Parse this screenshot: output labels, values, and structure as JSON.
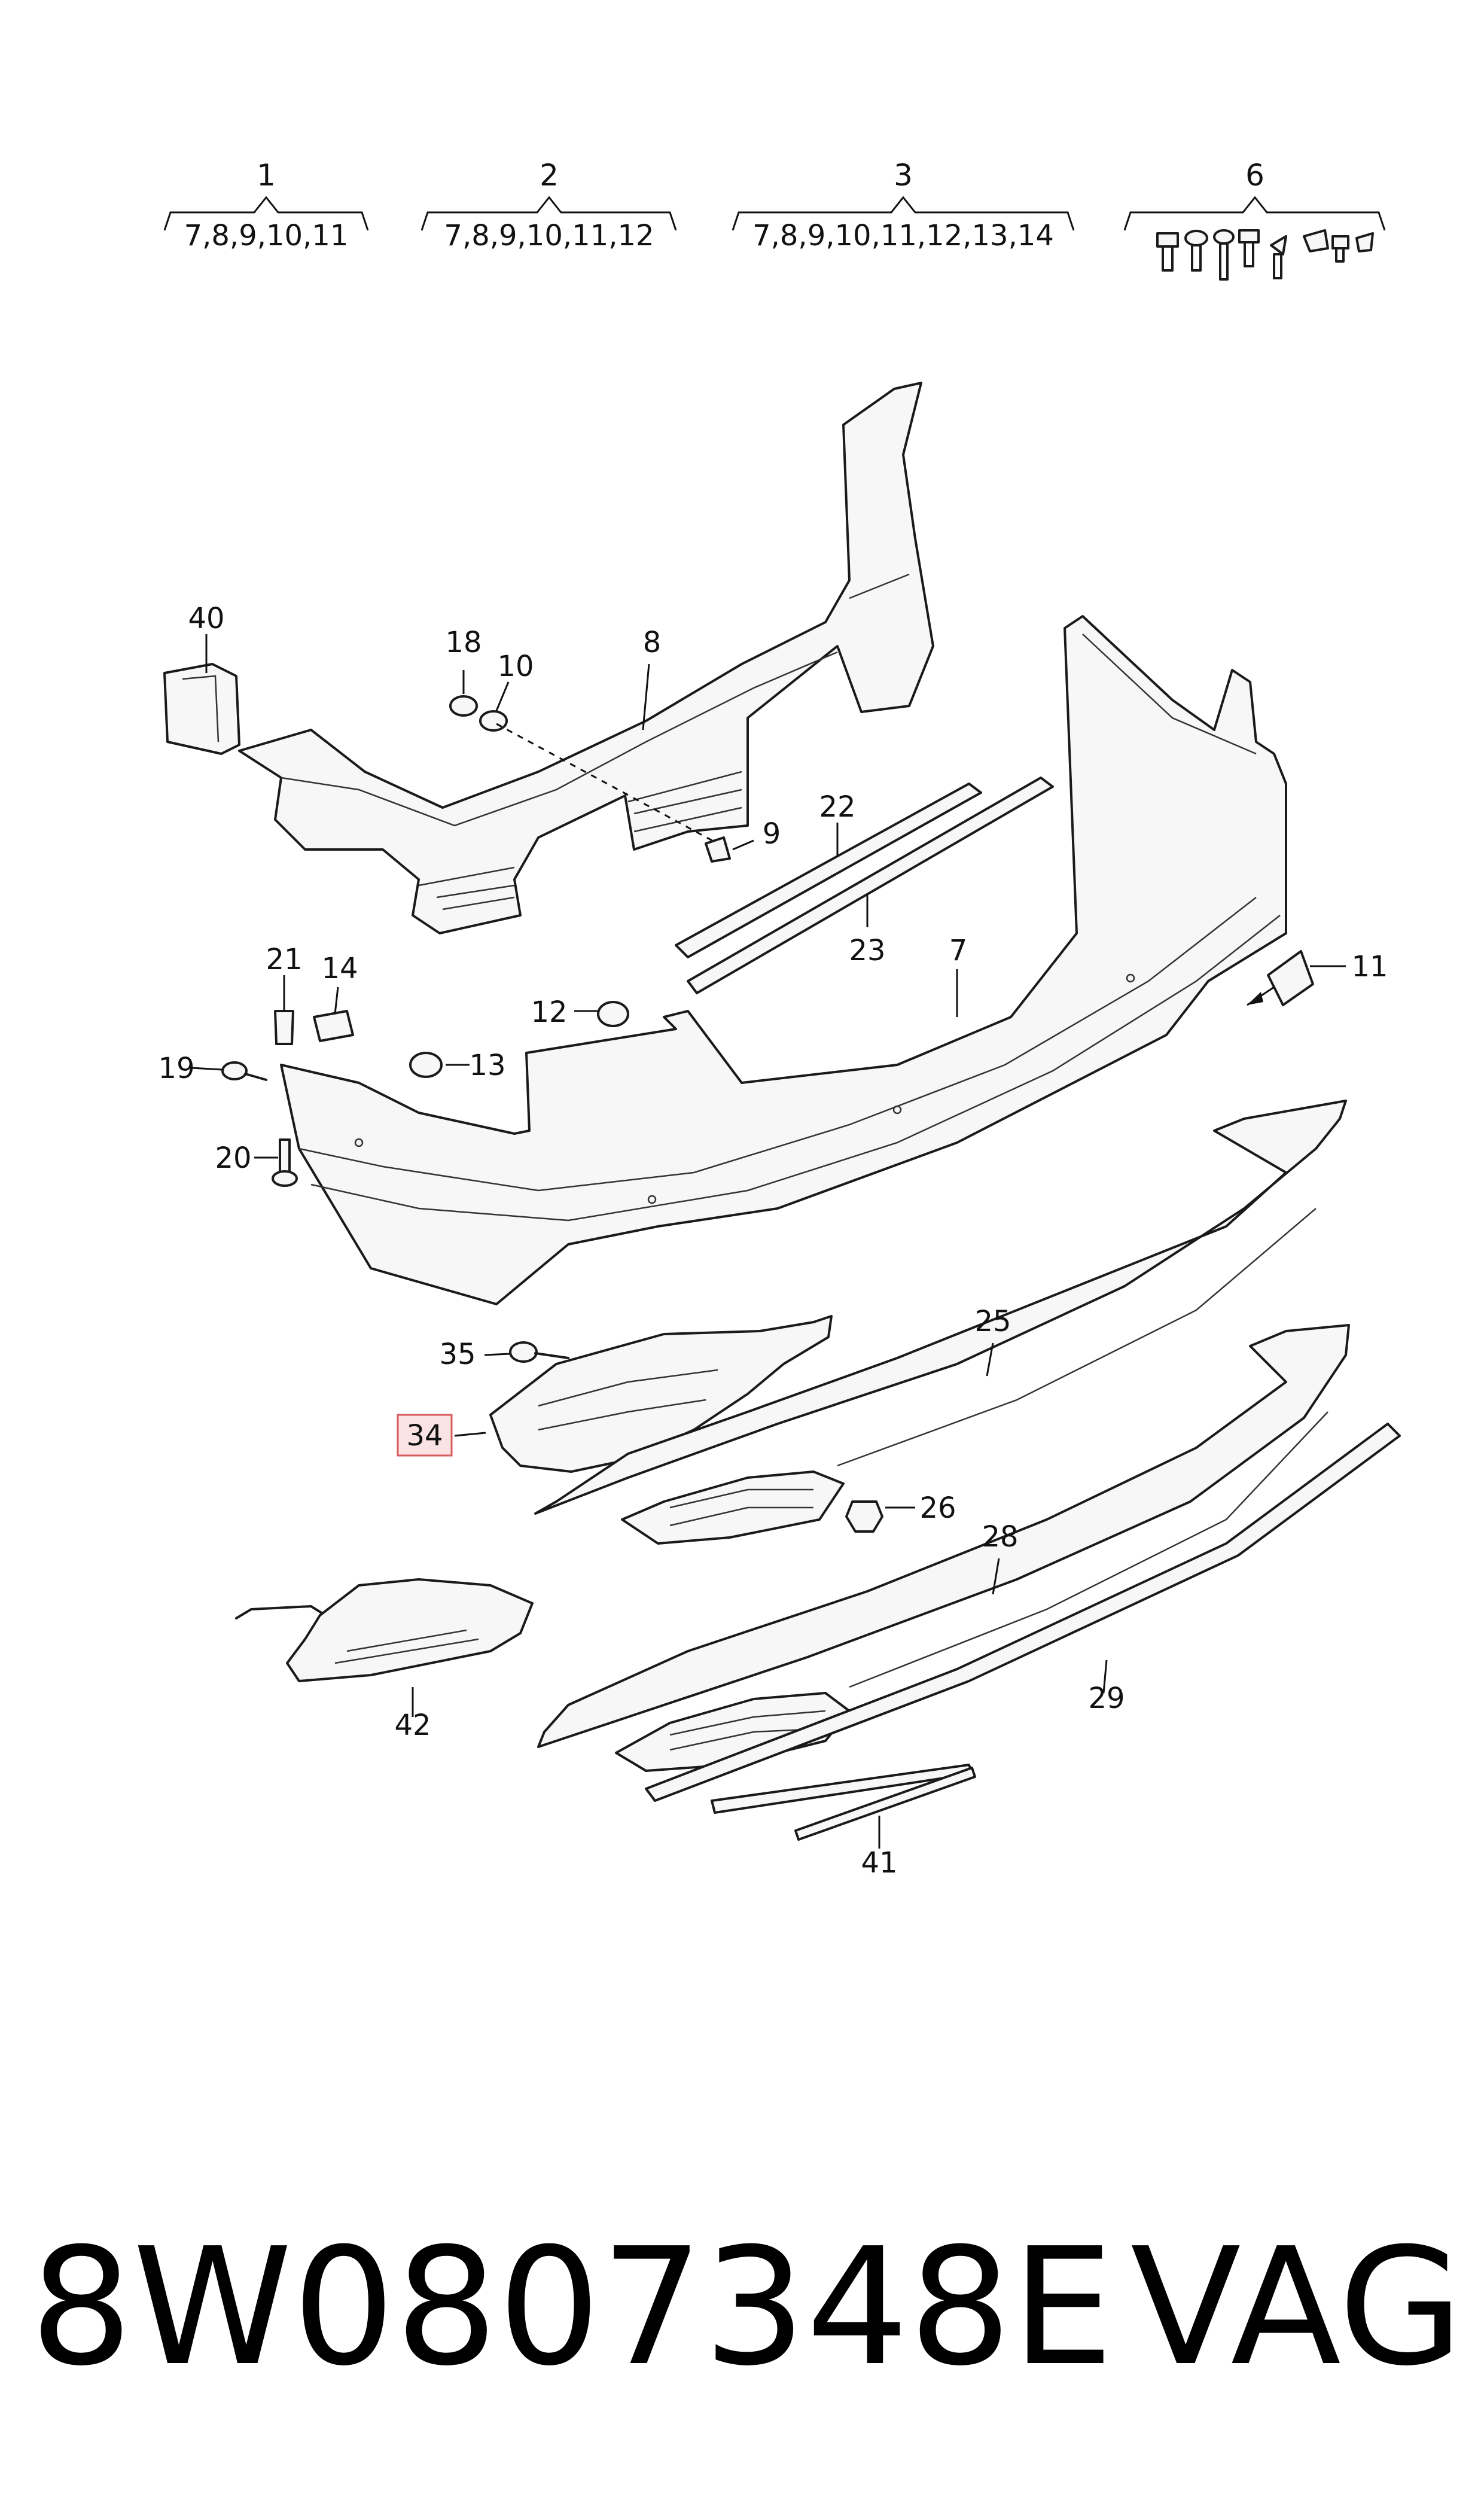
{
  "groups": [
    {
      "number": "1",
      "parts": "7,8,9,10,11"
    },
    {
      "number": "2",
      "parts": "7,8,9,10,11,12"
    },
    {
      "number": "3",
      "parts": "7,8,9,10,11,12,13,14"
    },
    {
      "number": "6",
      "parts": ""
    }
  ],
  "callouts": {
    "c40": "40",
    "c18": "18",
    "c10": "10",
    "c8": "8",
    "c9": "9",
    "c22": "22",
    "c23": "23",
    "c7": "7",
    "c11": "11",
    "c21": "21",
    "c14": "14",
    "c12": "12",
    "c13": "13",
    "c19": "19",
    "c20": "20",
    "c35": "35",
    "c34": "34",
    "c25": "25",
    "c26": "26",
    "c28": "28",
    "c29": "29",
    "c42": "42",
    "c41": "41"
  },
  "highlighted_callout": "34",
  "footer": {
    "part_number": "8W0807348E",
    "brand": "VAG"
  }
}
